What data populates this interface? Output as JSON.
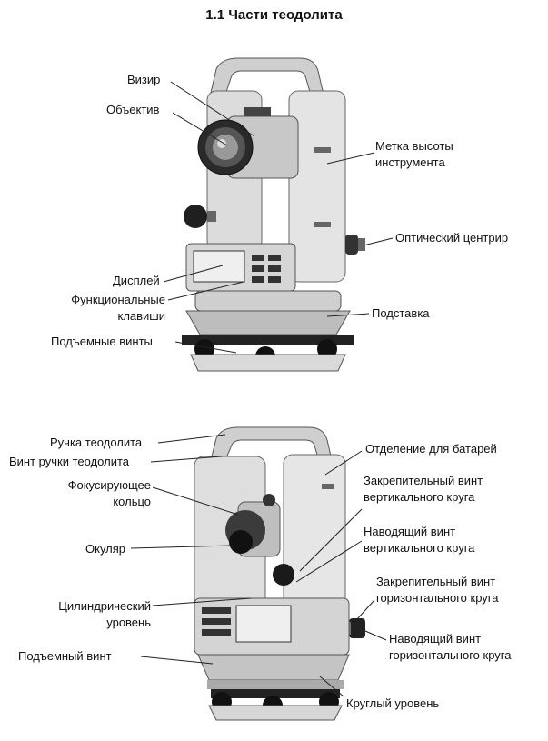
{
  "title": "1.1 Части теодолита",
  "figure1": {
    "labels": {
      "vizir": "Визир",
      "objective": "Объектив",
      "height_mark_1": "Метка высоты",
      "height_mark_2": "инструмента",
      "optical_plummet": "Оптический центрир",
      "display": "Дисплей",
      "function_keys_1": "Функциональные",
      "function_keys_2": "клавиши",
      "tribrach": "Подставка",
      "leveling_screws": "Подъемные винты"
    }
  },
  "figure2": {
    "labels": {
      "handle": "Ручка теодолита",
      "handle_screw": "Винт ручки теодолита",
      "focus_ring_1": "Фокусирующее",
      "focus_ring_2": "кольцо",
      "eyepiece": "Окуляр",
      "cyl_level_1": "Цилиндрический",
      "cyl_level_2": "уровень",
      "leveling_screw": "Подъемный винт",
      "battery": "Отделение для батарей",
      "v_clamp_1": "Закрепительный винт",
      "v_clamp_2": "вертикального круга",
      "v_tangent_1": "Наводящий винт",
      "v_tangent_2": "вертикального круга",
      "h_clamp_1": "Закрепительный винт",
      "h_clamp_2": "горизонтального круга",
      "h_tangent_1": "Наводящий винт",
      "h_tangent_2": "горизонтального круга",
      "circ_level": "Круглый уровень"
    }
  }
}
